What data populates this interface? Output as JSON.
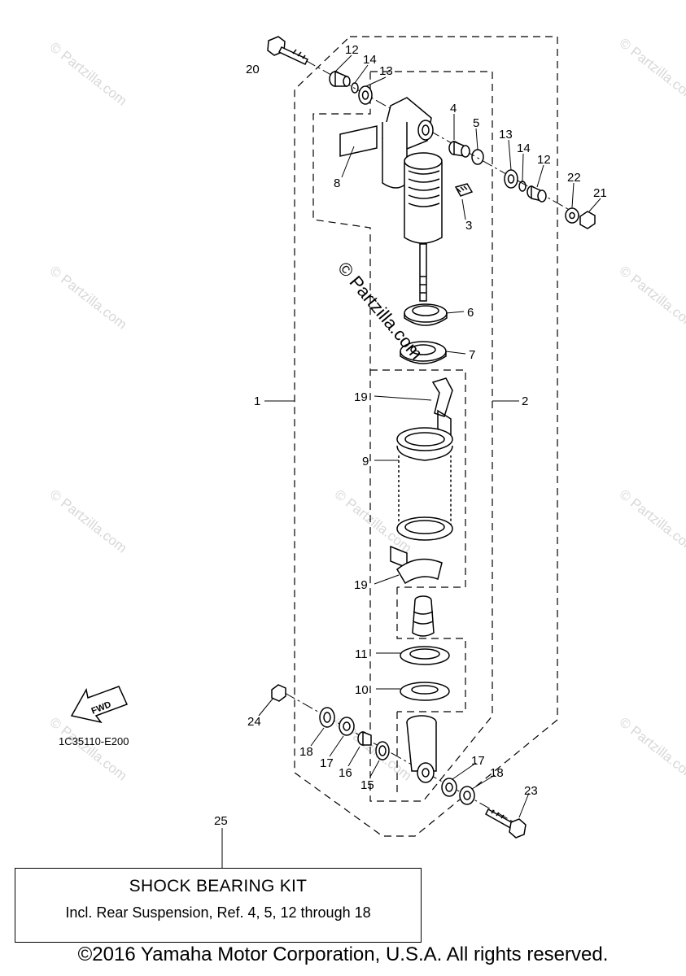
{
  "diagram": {
    "callouts": [
      "1",
      "2",
      "3",
      "4",
      "5",
      "6",
      "7",
      "8",
      "9",
      "10",
      "11",
      "12",
      "12",
      "13",
      "13",
      "14",
      "14",
      "15",
      "16",
      "17",
      "17",
      "18",
      "18",
      "19",
      "19",
      "20",
      "21",
      "22",
      "23",
      "24",
      "25"
    ],
    "drawing_code": "1C35110-E200",
    "fwd_label": "FWD",
    "center_watermark": "© Partzilla.com",
    "watermark": "© Partzilla.com"
  },
  "kit": {
    "title": "SHOCK BEARING KIT",
    "description": "Incl. Rear Suspension, Ref.  4, 5, 12 through 18"
  },
  "footer": {
    "copyright": "©2016 Yamaha Motor Corporation, U.S.A. All rights reserved."
  }
}
